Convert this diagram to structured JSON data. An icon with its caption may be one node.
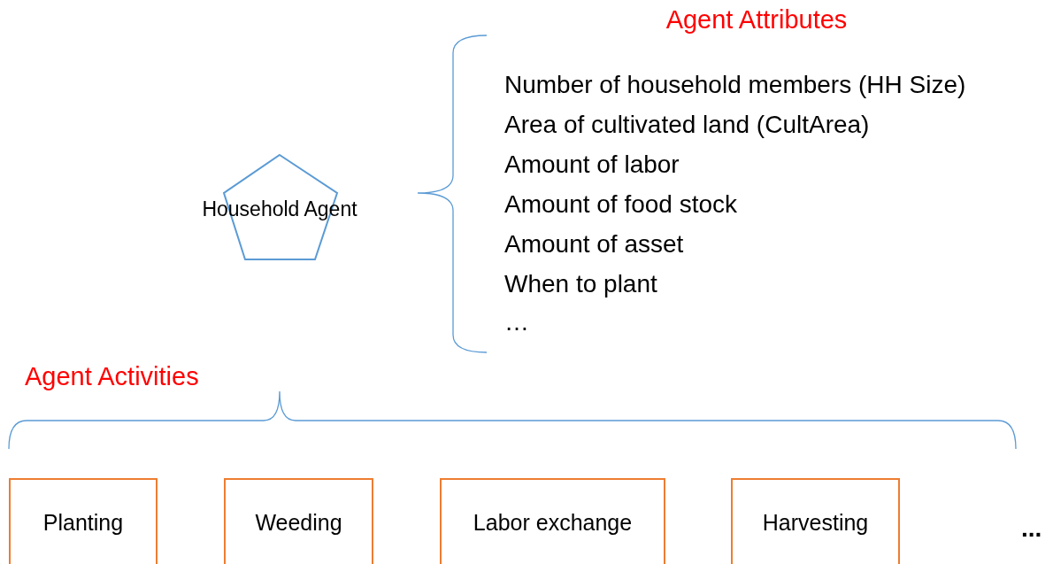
{
  "diagram": {
    "nodes": [
      {
        "text": [
          "Household Agent"
        ]
      },
      {
        "text": [
          "Planting"
        ]
      },
      {
        "text": [
          "Weeding"
        ]
      },
      {
        "text": [
          "Labor exchange"
        ]
      },
      {
        "text": [
          "Harvesting"
        ]
      }
    ],
    "labels": [
      "Agent Attributes",
      "Number of household members (HH Size)",
      "Area of cultivated land (CultArea)",
      "Amount of labor",
      "Amount of food stock",
      "Amount of asset",
      "When to plant",
      "…",
      "Agent Activities",
      "..."
    ]
  }
}
